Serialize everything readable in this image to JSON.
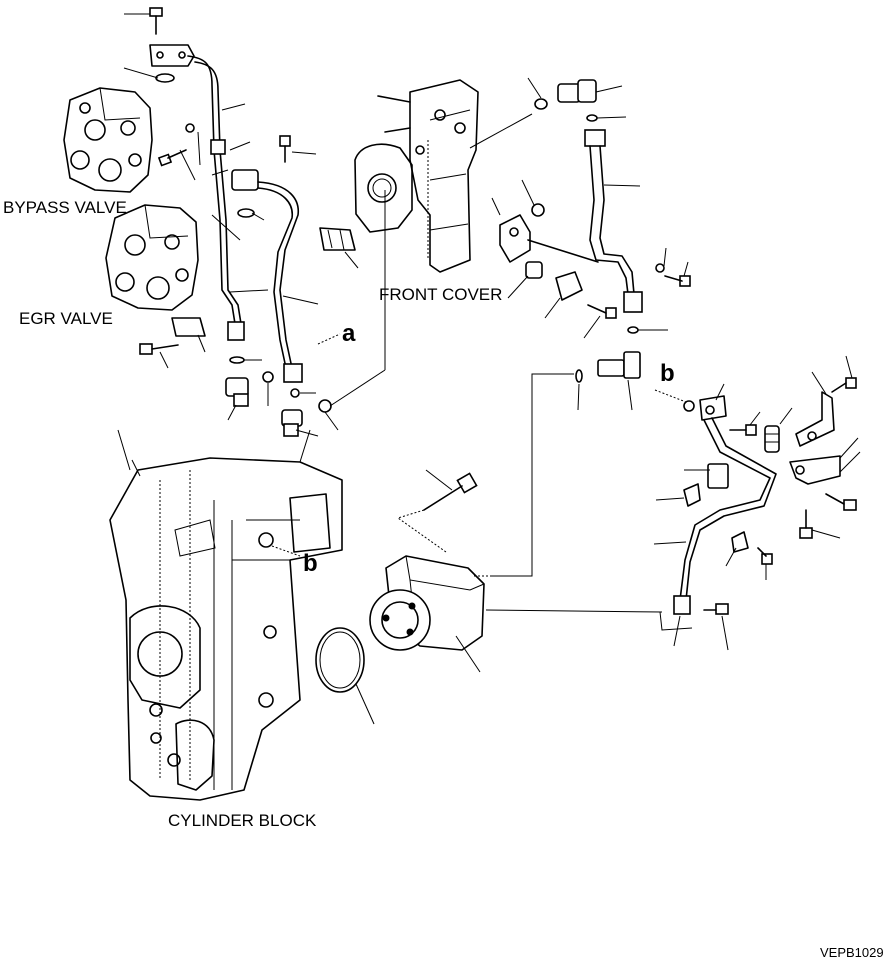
{
  "labels": {
    "bypass_valve": "BYPASS VALVE",
    "egr_valve": "EGR VALVE",
    "front_cover": "FRONT COVER",
    "cylinder_block": "CYLINDER BLOCK"
  },
  "refs": {
    "a": "a",
    "b_top": "b",
    "b_block": "b"
  },
  "drawing_code": "VEPB1029"
}
